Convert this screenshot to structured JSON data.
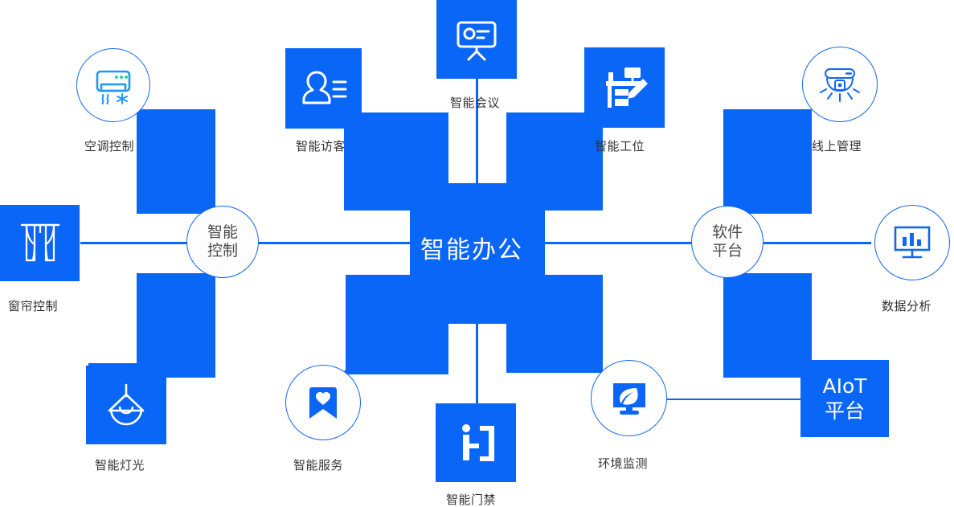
{
  "diagram": {
    "hub": {
      "label": "智能办公"
    },
    "hub_nodes": [
      {
        "name": "smart-control",
        "line1": "智能",
        "line2": "控制"
      },
      {
        "name": "software-platform",
        "line1": "软件",
        "line2": "平台"
      }
    ],
    "aiot": {
      "line1": "AIoT",
      "line2": "平台"
    },
    "nodes": [
      {
        "name": "air-conditioning-control",
        "label": "空调控制",
        "icon": "air-conditioner-icon",
        "style": "circle"
      },
      {
        "name": "smart-visitor",
        "label": "智能访客",
        "icon": "visitor-card-icon",
        "style": "tile"
      },
      {
        "name": "smart-meeting",
        "label": "智能会议",
        "icon": "presentation-board-icon",
        "style": "tile"
      },
      {
        "name": "smart-workstation",
        "label": "智能工位",
        "icon": "desk-pencil-icon",
        "style": "tile"
      },
      {
        "name": "online-management",
        "label": "线上管理",
        "icon": "smoke-sensor-icon",
        "style": "circle"
      },
      {
        "name": "curtain-control",
        "label": "窗帘控制",
        "icon": "curtain-icon",
        "style": "tile"
      },
      {
        "name": "data-analysis",
        "label": "数据分析",
        "icon": "bar-chart-screen-icon",
        "style": "circle"
      },
      {
        "name": "smart-lighting",
        "label": "智能灯光",
        "icon": "pendant-lamp-icon",
        "style": "tile"
      },
      {
        "name": "smart-service",
        "label": "智能服务",
        "icon": "bookmark-heart-icon",
        "style": "circle"
      },
      {
        "name": "smart-access-control",
        "label": "智能门禁",
        "icon": "person-door-icon",
        "style": "tile"
      },
      {
        "name": "environment-monitoring",
        "label": "环境监测",
        "icon": "leaf-monitor-icon",
        "style": "circle"
      }
    ],
    "colors": {
      "primary_blue": "#0a66f6",
      "line_blue": "#1266f0",
      "label_text": "#333333",
      "hub_text": "#ffffff",
      "node_text": "#4a4a4a",
      "accent_green": "#22d3a5"
    }
  }
}
